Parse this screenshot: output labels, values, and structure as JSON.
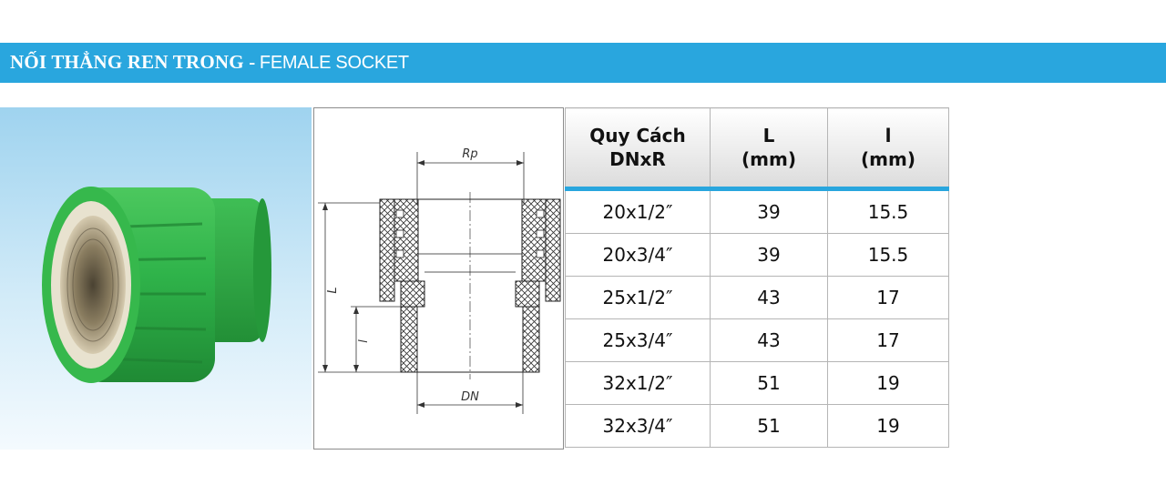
{
  "header": {
    "title_vi": "NỐI THẲNG REN TRONG -",
    "title_en": "FEMALE SOCKET"
  },
  "product_photo": {
    "icon": "green-ppr-female-socket-photo",
    "body_color": "#2fb34a",
    "insert_color": "#b9ab8c"
  },
  "drawing": {
    "label_rp": "Rp",
    "label_dn": "DN",
    "label_L": "L",
    "label_l": "l"
  },
  "table": {
    "headers": [
      {
        "line1": "Quy Cách",
        "line2": "DNxR"
      },
      {
        "line1": "L",
        "line2": "(mm)"
      },
      {
        "line1": "l",
        "line2": "(mm)"
      }
    ],
    "rows": [
      [
        "20x1/2″",
        "39",
        "15.5"
      ],
      [
        "20x3/4″",
        "39",
        "15.5"
      ],
      [
        "25x1/2″",
        "43",
        "17"
      ],
      [
        "25x3/4″",
        "43",
        "17"
      ],
      [
        "32x1/2″",
        "51",
        "19"
      ],
      [
        "32x3/4″",
        "51",
        "19"
      ]
    ],
    "accent_color": "#29a6de"
  }
}
